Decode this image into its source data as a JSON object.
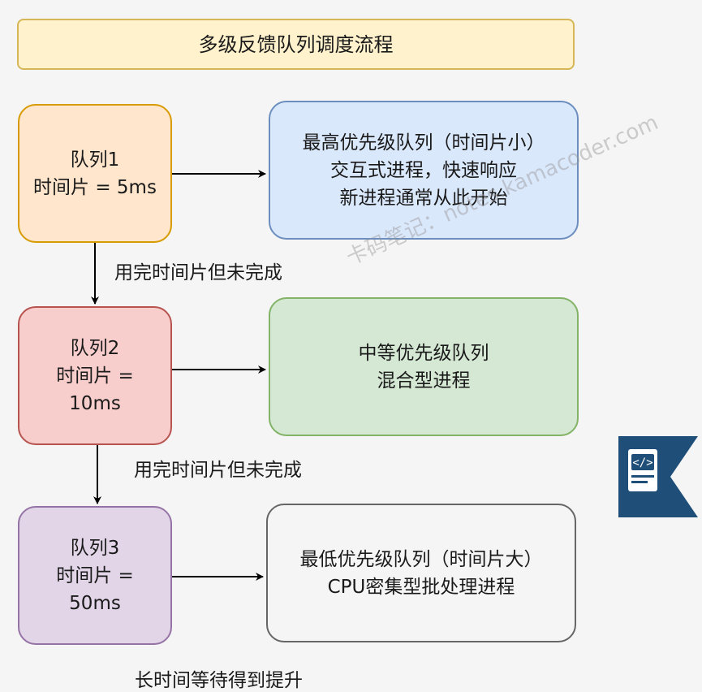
{
  "title": "多级反馈队列调度流程",
  "queues": [
    {
      "lines": [
        "队列1",
        "时间片 = 5ms"
      ]
    },
    {
      "lines": [
        "队列2",
        "时间片 =",
        "10ms"
      ]
    },
    {
      "lines": [
        "队列3",
        "时间片 =",
        "50ms"
      ]
    }
  ],
  "descriptions": [
    {
      "lines": [
        "最高优先级队列（时间片小）",
        "交互式进程，快速响应",
        "新进程通常从此开始"
      ]
    },
    {
      "lines": [
        "中等优先级队列",
        "混合型进程"
      ]
    },
    {
      "lines": [
        "最低优先级队列（时间片大）",
        "CPU密集型批处理进程"
      ]
    }
  ],
  "edge_labels": {
    "q1_to_q2": "用完时间片但未完成",
    "q2_to_q3": "用完时间片但未完成",
    "bottom": "长时间等待得到提升"
  },
  "watermark": "卡码笔记：notes.kamacoder.com",
  "colors": {
    "title_fill": "#fff2cc",
    "title_stroke": "#d6b656",
    "q1_fill": "#ffe6cc",
    "q1_stroke": "#d79b00",
    "d1_fill": "#dae8fc",
    "d1_stroke": "#6c8ebf",
    "q2_fill": "#f8cecc",
    "q2_stroke": "#b85450",
    "d2_fill": "#d5e8d4",
    "d2_stroke": "#82b366",
    "q3_fill": "#e1d5e7",
    "q3_stroke": "#9673a6",
    "d3_fill": "#f5f5f5",
    "d3_stroke": "#666666",
    "logo": "#1f4e79"
  },
  "icons": [
    "code-document-logo-icon"
  ]
}
